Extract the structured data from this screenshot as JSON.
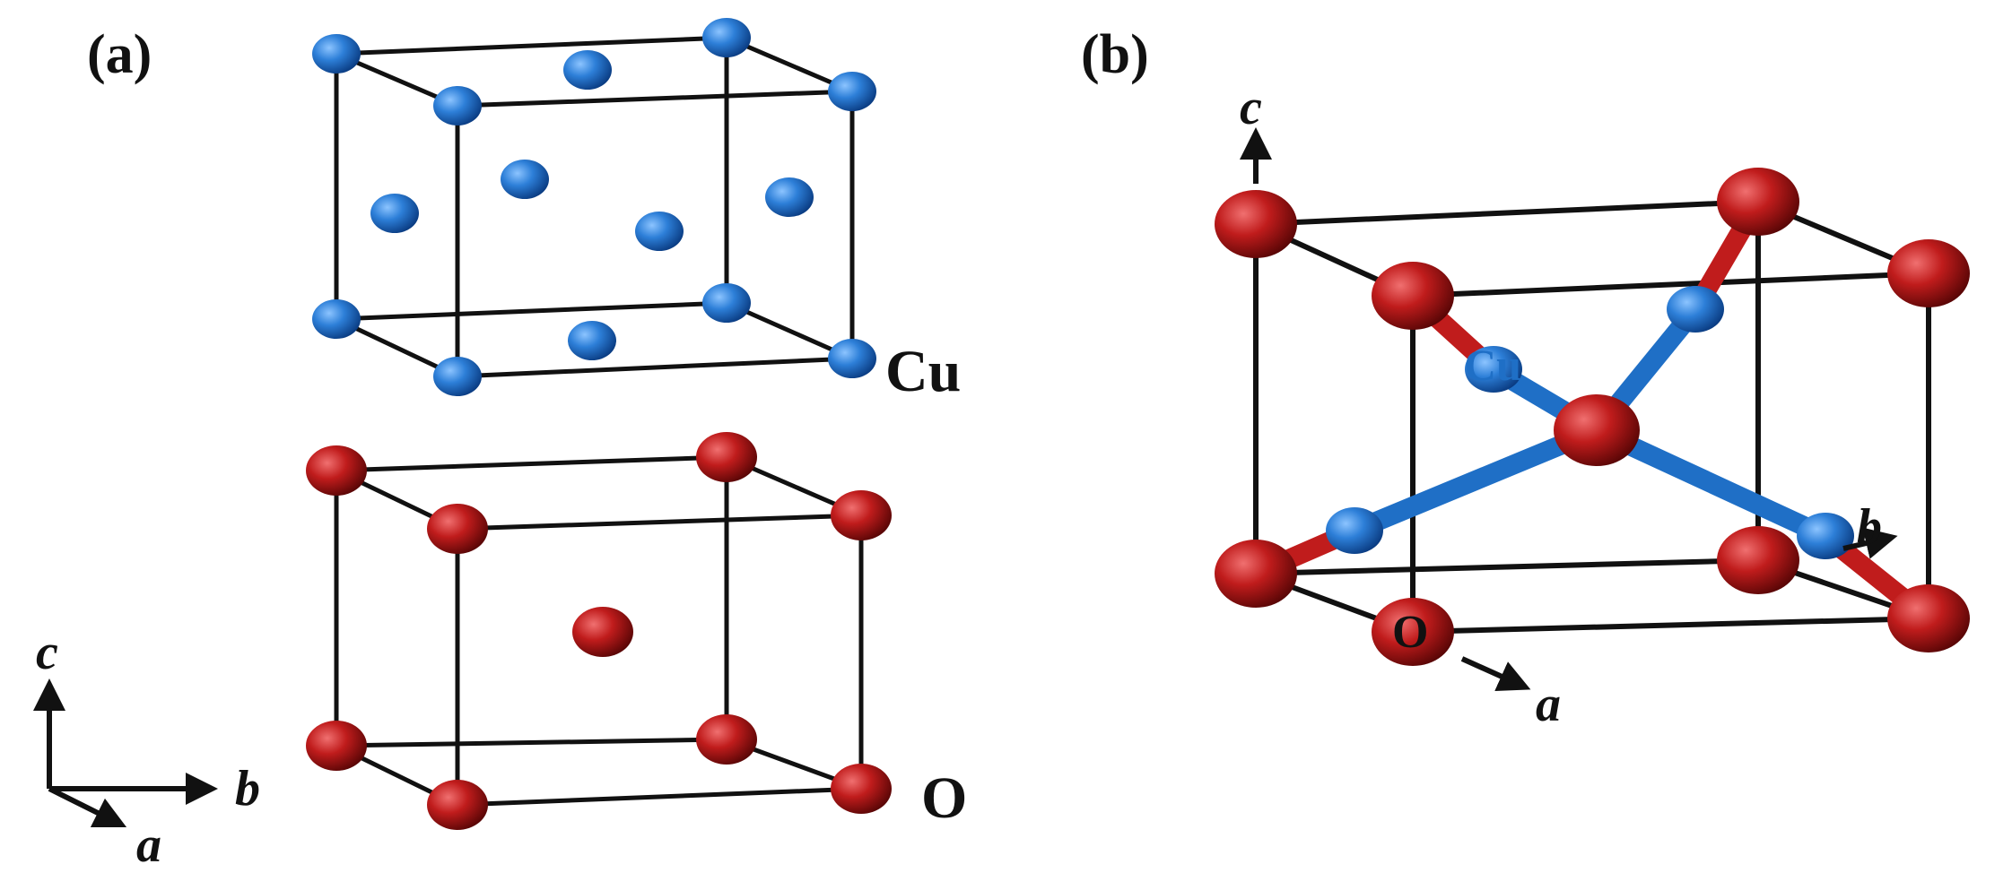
{
  "panels": {
    "a": {
      "tag": "(a)"
    },
    "b": {
      "tag": "(b)"
    }
  },
  "atoms": {
    "cu": {
      "label": "Cu",
      "color": "#1f6fc6"
    },
    "o": {
      "label": "O",
      "color": "#b01515"
    }
  },
  "axes": {
    "a": "a",
    "b": "b",
    "c": "c"
  },
  "colors": {
    "edge": "#111111",
    "background": "#ffffff"
  }
}
